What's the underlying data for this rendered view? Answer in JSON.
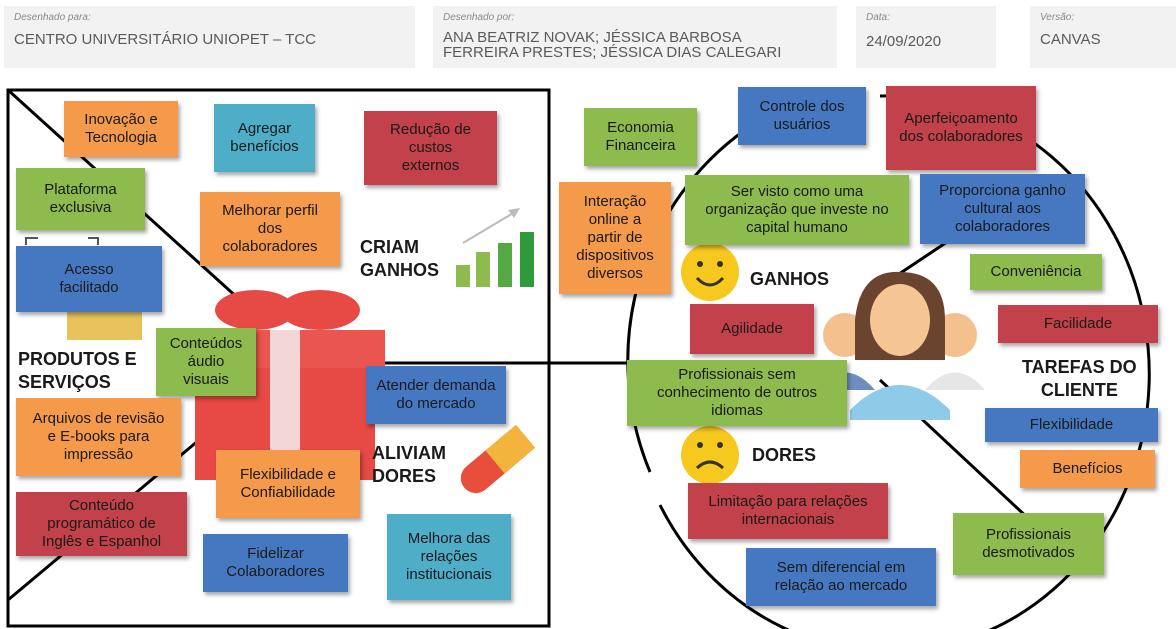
{
  "header": {
    "designed_for_label": "Desenhado para:",
    "designed_for": "CENTRO UNIVERSITÁRIO UNIOPET – TCC",
    "designed_by_label": "Desenhado por:",
    "designed_by_line1": "ANA BEATRIZ NOVAK; JÉSSICA BARBOSA",
    "designed_by_line2": "FERREIRA PRESTES; JÉSSICA DIAS CALEGARI",
    "date_label": "Data:",
    "date": "24/09/2020",
    "version_label": "Versão:",
    "version": "CANVAS"
  },
  "sections": {
    "criam_ganhos": [
      "CRIAM",
      "GANHOS"
    ],
    "produtos_servicos": [
      "PRODUTOS E",
      "SERVIÇOS"
    ],
    "aliviam_dores": [
      "ALIVIAM",
      "DORES"
    ],
    "ganhos": "GANHOS",
    "dores": "DORES",
    "tarefas_cliente": [
      "TAREFAS DO",
      "CLIENTE"
    ]
  },
  "notes": [
    {
      "text": "Inovação e Tecnologia",
      "color": "orange"
    },
    {
      "text": "Agregar benefícios",
      "color": "teal"
    },
    {
      "text": "Redução de custos externos",
      "color": "red"
    },
    {
      "text": "Plataforma exclusiva",
      "color": "green"
    },
    {
      "text": "Melhorar perfil dos colaboradores",
      "color": "orange"
    },
    {
      "text": "Acesso facilitado",
      "color": "blue"
    },
    {
      "text": "Conteúdos áudio visuais",
      "color": "green"
    },
    {
      "text": "Atender demanda do mercado",
      "color": "blue"
    },
    {
      "text": "Arquivos de revisão e E-books para impressão",
      "color": "orange"
    },
    {
      "text": "Flexibilidade e Confiabilidade",
      "color": "orange"
    },
    {
      "text": "Conteúdo programático de Inglês e Espanhol",
      "color": "red"
    },
    {
      "text": "Fidelizar Colaboradores",
      "color": "blue"
    },
    {
      "text": "Melhora das relações institucionais",
      "color": "teal"
    },
    {
      "text": "Economia Financeira",
      "color": "green"
    },
    {
      "text": "Controle dos usuários",
      "color": "blue"
    },
    {
      "text": "Aperfeiçoamento dos colaboradores",
      "color": "red"
    },
    {
      "text": "Interação online a partir de dispositivos diversos",
      "color": "orange"
    },
    {
      "text": "Ser visto como uma organização que investe no capital humano",
      "color": "green"
    },
    {
      "text": "Proporciona ganho cultural aos colaboradores",
      "color": "blue"
    },
    {
      "text": "Conveniência",
      "color": "green"
    },
    {
      "text": "Agilidade",
      "color": "red"
    },
    {
      "text": "Facilidade",
      "color": "red"
    },
    {
      "text": "Profissionais sem conhecimento de outros idiomas",
      "color": "green"
    },
    {
      "text": "Flexibilidade",
      "color": "blue"
    },
    {
      "text": "Benefícios",
      "color": "orange"
    },
    {
      "text": "Limitação para relações internacionais",
      "color": "red"
    },
    {
      "text": "Profissionais desmotivados",
      "color": "green"
    },
    {
      "text": "Sem diferencial em relação ao mercado",
      "color": "blue"
    }
  ],
  "colors": {
    "green": "#8dbb4e",
    "orange": "#f49a4a",
    "blue": "#4678c2",
    "red": "#c2414a",
    "teal": "#4eaec8"
  }
}
